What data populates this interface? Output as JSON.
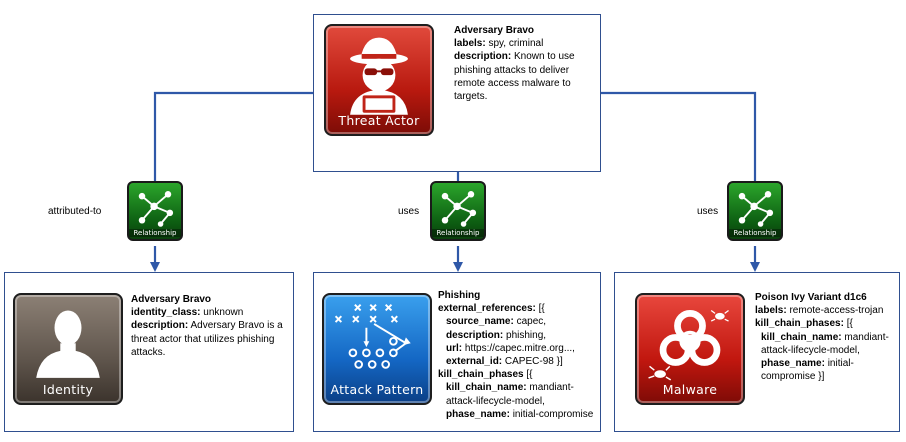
{
  "threat_actor": {
    "tile_label": "Threat Actor",
    "name": "Adversary Bravo",
    "lines": [
      {
        "key": "labels:",
        "value": " spy, criminal"
      },
      {
        "key": "description:",
        "value": " Known to use phishing attacks to deliver remote access malware to targets."
      }
    ]
  },
  "identity": {
    "tile_label": "Identity",
    "name": "Adversary Bravo",
    "lines": [
      {
        "key": "identity_class:",
        "value": " unknown"
      },
      {
        "key": "description:",
        "value": " Adversary Bravo is a threat actor that utilizes phishing attacks."
      }
    ]
  },
  "attack_pattern": {
    "tile_label": "Attack Pattern",
    "name": "Phishing",
    "lines": [
      {
        "key": "external_references:",
        "value": " [{"
      },
      {
        "key": "source_name:",
        "value": " capec,",
        "indent": true
      },
      {
        "key": "description:",
        "value": " phishing,",
        "indent": true
      },
      {
        "key": "url:",
        "value": " https://capec.mitre.org...,",
        "indent": true
      },
      {
        "key": "external_id:",
        "value": " CAPEC-98 }]",
        "indent": true
      },
      {
        "key": "kill_chain_phases",
        "value": " [{"
      },
      {
        "key": "kill_chain_name:",
        "value": " mandiant-attack-lifecycle-model,",
        "indent": true
      },
      {
        "key": "phase_name:",
        "value": " initial-compromise",
        "indent": true
      }
    ]
  },
  "malware": {
    "tile_label": "Malware",
    "name": "Poison Ivy Variant d1c6",
    "lines": [
      {
        "key": "labels:",
        "value": " remote-access-trojan"
      },
      {
        "key": "kill_chain_phases:",
        "value": " [{"
      },
      {
        "key": "kill_chain_name:",
        "value": " mandiant-attack-lifecycle-model,",
        "indent": true
      },
      {
        "key": "phase_name:",
        "value": " initial-compromise }]",
        "indent": true
      }
    ]
  },
  "relationships": {
    "icon_text": "Relationship",
    "left_label": "attributed-to",
    "middle_label": "uses",
    "right_label": "uses"
  },
  "colors": {
    "connector": "#2f58a8",
    "box_border": "#2f4f8f",
    "relationship_green": "#1f8a22"
  }
}
